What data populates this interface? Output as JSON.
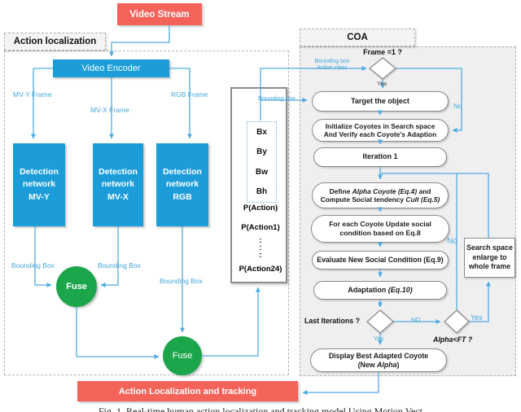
{
  "colors": {
    "node_blue": "#1c9dd9",
    "accent_red": "#f4635a",
    "fuse_green": "#1ca64c",
    "wire_cyan": "#4fabe0",
    "coa_panel_fill": "#efeff0"
  },
  "video_stream": "Video Stream",
  "left_panel": {
    "title": "Action localization",
    "video_encoder": "Video Encoder",
    "mvy_frame": "MV-Y Frame",
    "mvx_frame": "MV-X Frame",
    "rgb_frame": "RGB Frame",
    "det_mvy": "Detection\nnetwork\nMV-Y",
    "det_mvx": "Detection\nnetwork\nMV-X",
    "det_rgb": "Detection\nnetwork\nRGB",
    "bounding_box_1": "Bounding Box",
    "bounding_box_2": "Bounding Box",
    "bounding_box_3": "Bounding Box",
    "fuse_1": "Fuse",
    "fuse_2": "Fuse"
  },
  "output_box": {
    "bbox_fields": [
      "Bx",
      "By",
      "Bw",
      "Bh"
    ],
    "prob_1": "P(Action)",
    "prob_2": "P(Action1)",
    "dots": [
      ":",
      ":",
      ":"
    ],
    "prob_last": "P(Action24)"
  },
  "connector_labels": {
    "bounding_box_to_target": "Bounding box",
    "bbox_line1": "Bounding box",
    "bbox_line2": "Action class"
  },
  "coa": {
    "title": "COA",
    "frame_question": "Frame =1 ?",
    "yes_frame": "Yes",
    "no_frame": "No",
    "target": "Target the object",
    "init_l1": "Initialize Coyotes in Search space",
    "init_l2": "And Verify each Coyote's Adaption",
    "iteration": "Iteration 1",
    "define_seg1": "Define ",
    "define_seg2": "Alpha Coyote (Eq.4)",
    "define_seg3": " and",
    "define_l2_seg1": "Compute Social tendency ",
    "define_l2_seg2": "Cult (Eq.5)",
    "foreach_l1": "For each Coyote Update social",
    "foreach_l2": "condition based on Eq.8",
    "evaluate": "Evaluate New Social Condition (Eq.9)",
    "adaptation_seg1": "Adaptation ",
    "adaptation_seg2": "(Eq.10)",
    "last_iterations": "Last Iterations ?",
    "no_caps": "NO",
    "alpha_ft": "Alpha<FT ?",
    "yes_d2": "Yes",
    "no_mid": "No",
    "yes_d1": "Yes",
    "search_box": "Search space\nenlarge to\nwhole frame",
    "display_l1": "Display Best Adapted Coyote",
    "display_l2_seg1": "(New ",
    "display_l2_seg2": "Alpha",
    "display_l2_seg3": ")"
  },
  "bottom": {
    "result_box": "Action Localization and tracking"
  },
  "caption": "Fig. 1. Real-time human action localization and tracking model Using Motion Vect"
}
